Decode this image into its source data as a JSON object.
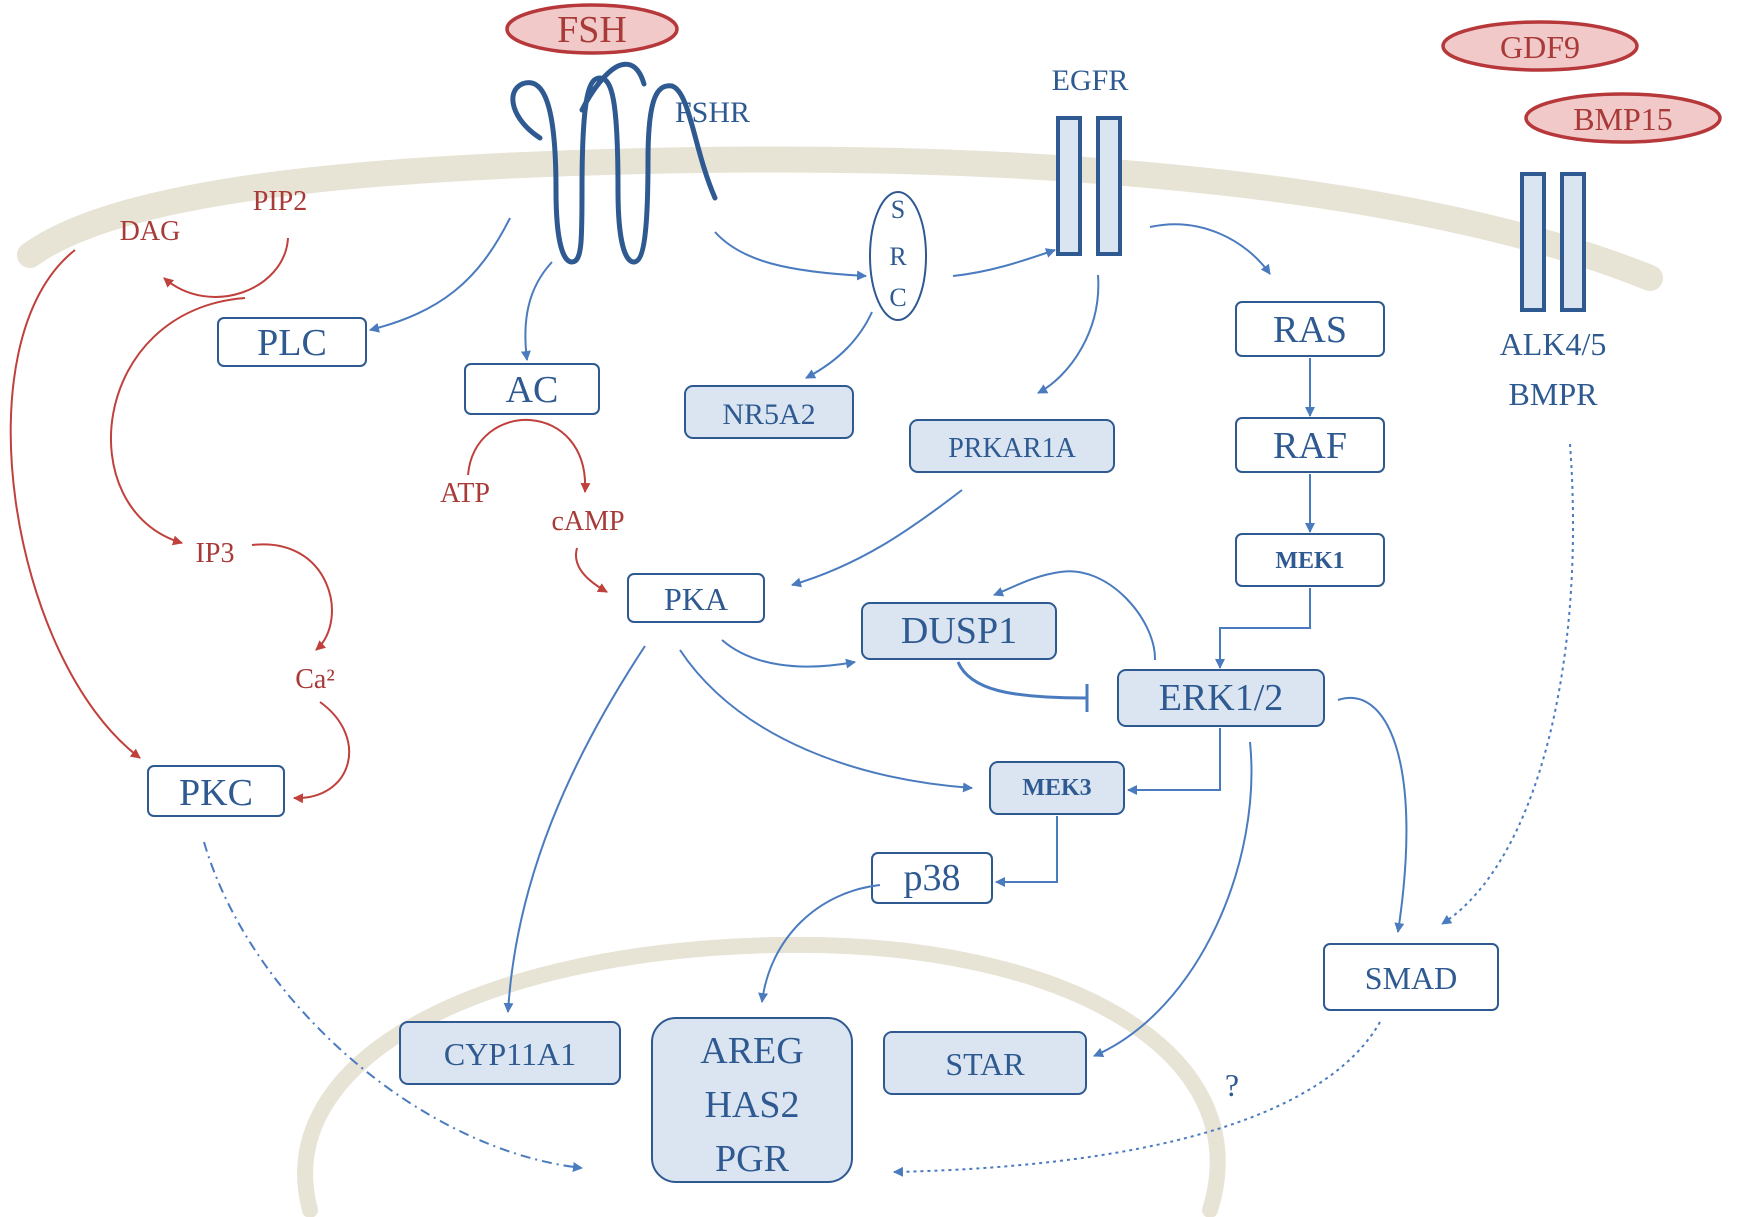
{
  "ligands": {
    "fsh": "FSH",
    "gdf9": "GDF9",
    "bmp15": "BMP15"
  },
  "receptors": {
    "fshr": "FSHR",
    "egfr": "EGFR",
    "alk": "ALK4/5",
    "bmpr": "BMPR",
    "src": [
      "S",
      "R",
      "C"
    ]
  },
  "messengers": {
    "dag": "DAG",
    "pip2": "PIP2",
    "ip3": "IP3",
    "ca": "Ca²",
    "atp": "ATP",
    "camp": "cAMP"
  },
  "nodes": {
    "plc": "PLC",
    "ac": "AC",
    "nr5a2": "NR5A2",
    "prkar1a": "PRKAR1A",
    "pka": "PKA",
    "pkc": "PKC",
    "ras": "RAS",
    "raf": "RAF",
    "mek1": "MEK1",
    "dusp1": "DUSP1",
    "erk12": "ERK1/2",
    "mek3": "MEK3",
    "p38": "p38",
    "smad": "SMAD",
    "cyp11a1": "CYP11A1",
    "star": "STAR",
    "areg": "AREG",
    "has2": "HAS2",
    "pgr": "PGR"
  },
  "annotations": {
    "unknown": "?"
  },
  "colors": {
    "pathway_blue": "#4a7bbf",
    "node_stroke": "#2e5a91",
    "node_fill": "#dbe5f2",
    "second_messenger_red": "#c0403c",
    "ligand_fill": "#f2c9c9",
    "membrane": "#e7e3d5"
  }
}
